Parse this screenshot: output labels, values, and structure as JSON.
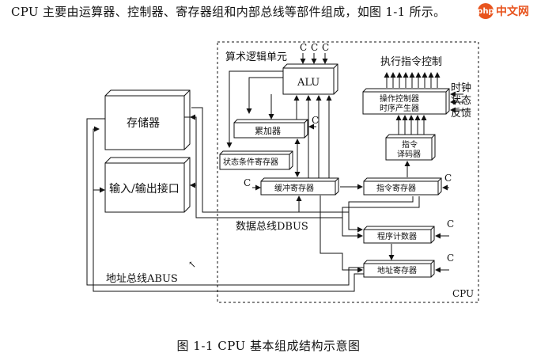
{
  "intro_text": "CPU 主要由运算器、控制器、寄存器组和内部总线等部件组成，如图 1-1 所示。",
  "watermark": {
    "logo": "php",
    "text": "中文网"
  },
  "caption": "图 1-1    CPU 基本组成结构示意图",
  "diagram": {
    "cpu_label": "CPU",
    "alu_unit_label": "算术逻辑单元",
    "alu": "ALU",
    "accumulator": "累加器",
    "status_register": "状态条件寄存器",
    "buffer_register": "缓冲寄存器",
    "instruction_register": "指令寄存器",
    "instruction_decoder": "指令\n译码器",
    "operation_controller": "操作控制器\n时序产生器",
    "program_counter": "程序计数器",
    "address_register": "地址寄存器",
    "memory": "存储器",
    "io_interface": "输入/输出接口",
    "exec_control": "执行指令控制",
    "clock": "时钟",
    "status_feedback": "状态\n反馈",
    "data_bus": "数据总线DBUS",
    "address_bus": "地址总线ABUS",
    "control_signal": "C"
  }
}
